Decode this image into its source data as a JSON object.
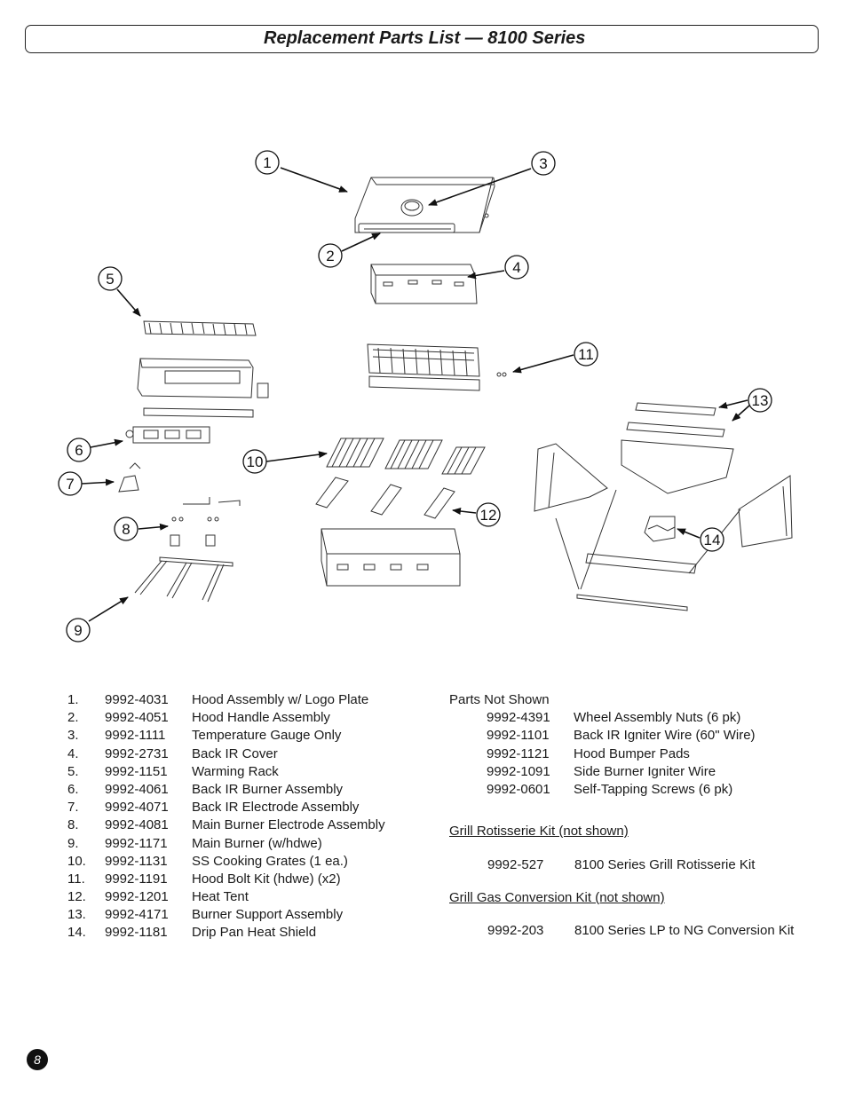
{
  "page_title": "Replacement Parts List — 8100 Series",
  "callouts": [
    "1",
    "2",
    "3",
    "4",
    "5",
    "6",
    "7",
    "8",
    "9",
    "10",
    "11",
    "12",
    "13",
    "14"
  ],
  "parts": [
    {
      "num": "1.",
      "part_no": "9992-4031",
      "desc": "Hood Assembly w/ Logo Plate"
    },
    {
      "num": "2.",
      "part_no": "9992-4051",
      "desc": "Hood Handle Assembly"
    },
    {
      "num": "3.",
      "part_no": "9992-1111",
      "desc": "Temperature Gauge Only"
    },
    {
      "num": "4.",
      "part_no": "9992-2731",
      "desc": "Back IR Cover"
    },
    {
      "num": "5.",
      "part_no": "9992-1151",
      "desc": "Warming Rack"
    },
    {
      "num": "6.",
      "part_no": "9992-4061",
      "desc": "Back IR Burner Assembly"
    },
    {
      "num": "7.",
      "part_no": "9992-4071",
      "desc": "Back IR Electrode Assembly"
    },
    {
      "num": "8.",
      "part_no": "9992-4081",
      "desc": "Main Burner Electrode Assembly"
    },
    {
      "num": "9.",
      "part_no": "9992-1171",
      "desc": "Main Burner (w/hdwe)"
    },
    {
      "num": "10.",
      "part_no": "9992-1131",
      "desc": "SS Cooking Grates (1 ea.)"
    },
    {
      "num": "11.",
      "part_no": "9992-1191",
      "desc": "Hood Bolt Kit (hdwe) (x2)"
    },
    {
      "num": "12.",
      "part_no": "9992-1201",
      "desc": "Heat Tent"
    },
    {
      "num": "13.",
      "part_no": "9992-4171",
      "desc": "Burner Support Assembly"
    },
    {
      "num": "14.",
      "part_no": "9992-1181",
      "desc": "Drip Pan Heat Shield"
    }
  ],
  "not_shown": {
    "heading": "Parts Not Shown",
    "items": [
      {
        "part_no": "9992-4391",
        "desc": "Wheel Assembly Nuts (6 pk)"
      },
      {
        "part_no": "9992-1101",
        "desc": "Back IR Igniter Wire (60\" Wire)"
      },
      {
        "part_no": "9992-1121",
        "desc": "Hood Bumper Pads"
      },
      {
        "part_no": "9992-1091",
        "desc": "Side Burner Igniter Wire"
      },
      {
        "part_no": "9992-0601",
        "desc": "Self-Tapping Screws (6 pk)"
      }
    ]
  },
  "rotisserie_kit": {
    "heading": "Grill Rotisserie Kit (not shown)",
    "part_no": "9992-527",
    "desc": "8100 Series Grill Rotisserie Kit"
  },
  "conversion_kit": {
    "heading": "Grill Gas Conversion Kit (not shown)",
    "part_no": "9992-203",
    "desc": "8100 Series LP to NG Conversion Kit"
  },
  "page_number": "8"
}
